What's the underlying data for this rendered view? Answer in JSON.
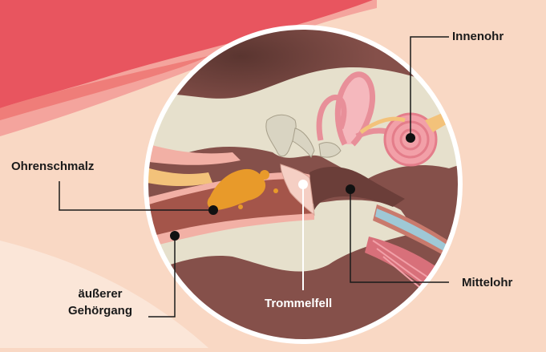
{
  "labels": {
    "innenohr": "Innenohr",
    "ohrenschmalz": "Ohrenschmalz",
    "aeusserer_line1": "äußerer",
    "aeusserer_line2": "Gehörgang",
    "trommelfell": "Trommelfell",
    "mittelohr": "Mittelohr"
  },
  "colors": {
    "background": "#f9d8c4",
    "swoosh_dark": "#e8555f",
    "swoosh_light": "#f28a86",
    "circle_border": "#ffffff",
    "tissue": "#85504a",
    "bone": "#e6e0cc",
    "skin": "#f2b0a5",
    "earwax": "#e89a2a",
    "cochlea": "#f2a0a8",
    "leader_line": "#1a1a1a"
  }
}
